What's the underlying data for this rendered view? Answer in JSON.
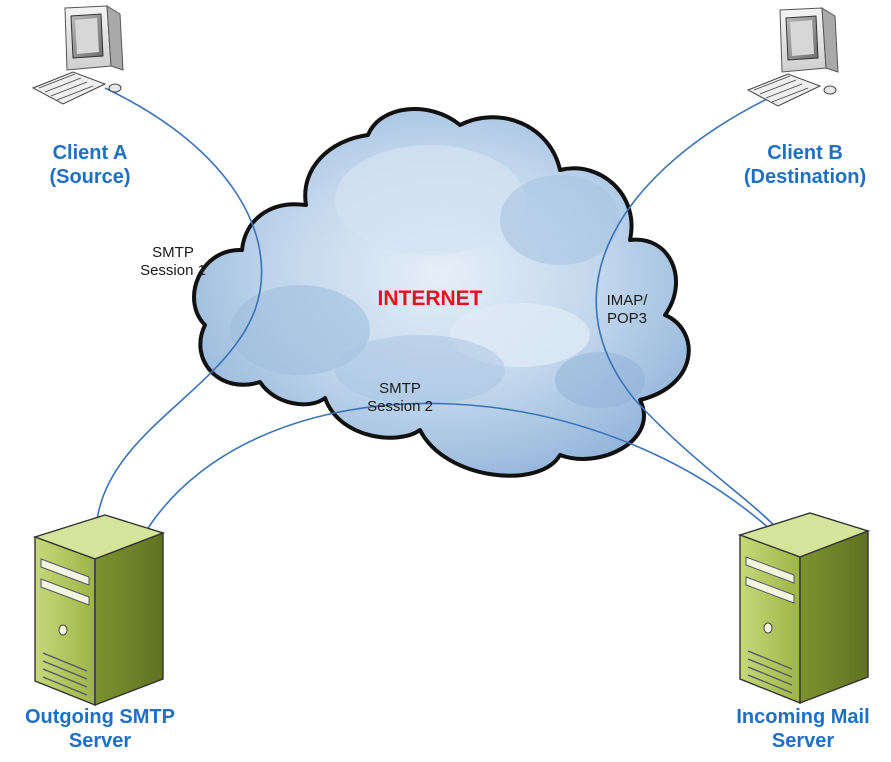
{
  "cloud": {
    "title": "INTERNET"
  },
  "nodes": {
    "client_a": {
      "line1": "Client A",
      "line2": "(Source)"
    },
    "client_b": {
      "line1": "Client B",
      "line2": "(Destination)"
    },
    "outgoing_server": {
      "line1": "Outgoing SMTP",
      "line2": "Server"
    },
    "incoming_server": {
      "line1": "Incoming Mail",
      "line2": "Server"
    }
  },
  "connections": {
    "smtp_session_1": {
      "line1": "SMTP",
      "line2": "Session 1"
    },
    "smtp_session_2": {
      "line1": "SMTP",
      "line2": "Session 2"
    },
    "imap_pop3": {
      "line1": "IMAP/",
      "line2": "POP3"
    }
  },
  "colors": {
    "node_label": "#1f6fc2",
    "cloud_title": "#e3131b",
    "connection_line": "#3a73b5",
    "cloud_fill": "#bcd3ea",
    "server_body": "#9bb43f"
  }
}
